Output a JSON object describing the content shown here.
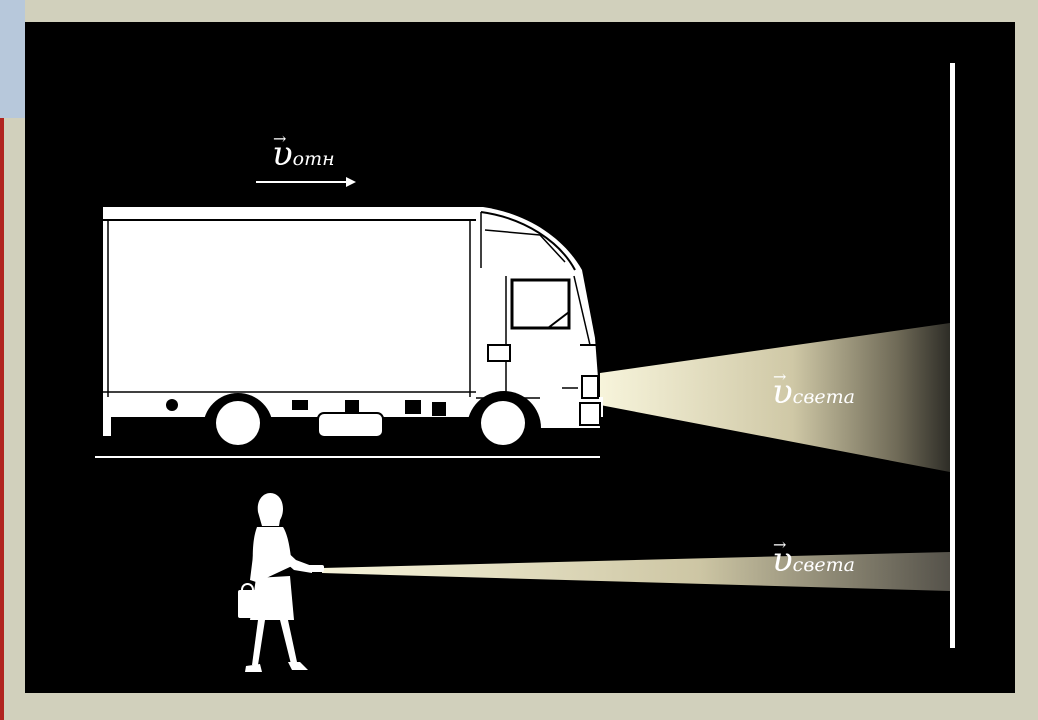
{
  "labels": {
    "relative": {
      "main": "υ",
      "sub": "отн",
      "arrow": "→"
    },
    "truck_beam": {
      "main": "υ",
      "sub": "света",
      "arrow": "→"
    },
    "person_beam": {
      "main": "υ",
      "sub": "света",
      "arrow": "→"
    }
  },
  "colors": {
    "background": "#d1d0bc",
    "panel": "#000000",
    "figure": "#ffffff",
    "beam_light": "#f4f1d6",
    "beam_dark": "#3a3831",
    "accent_left_blue": "#b7c8db",
    "accent_left_red": "#b1241f"
  }
}
